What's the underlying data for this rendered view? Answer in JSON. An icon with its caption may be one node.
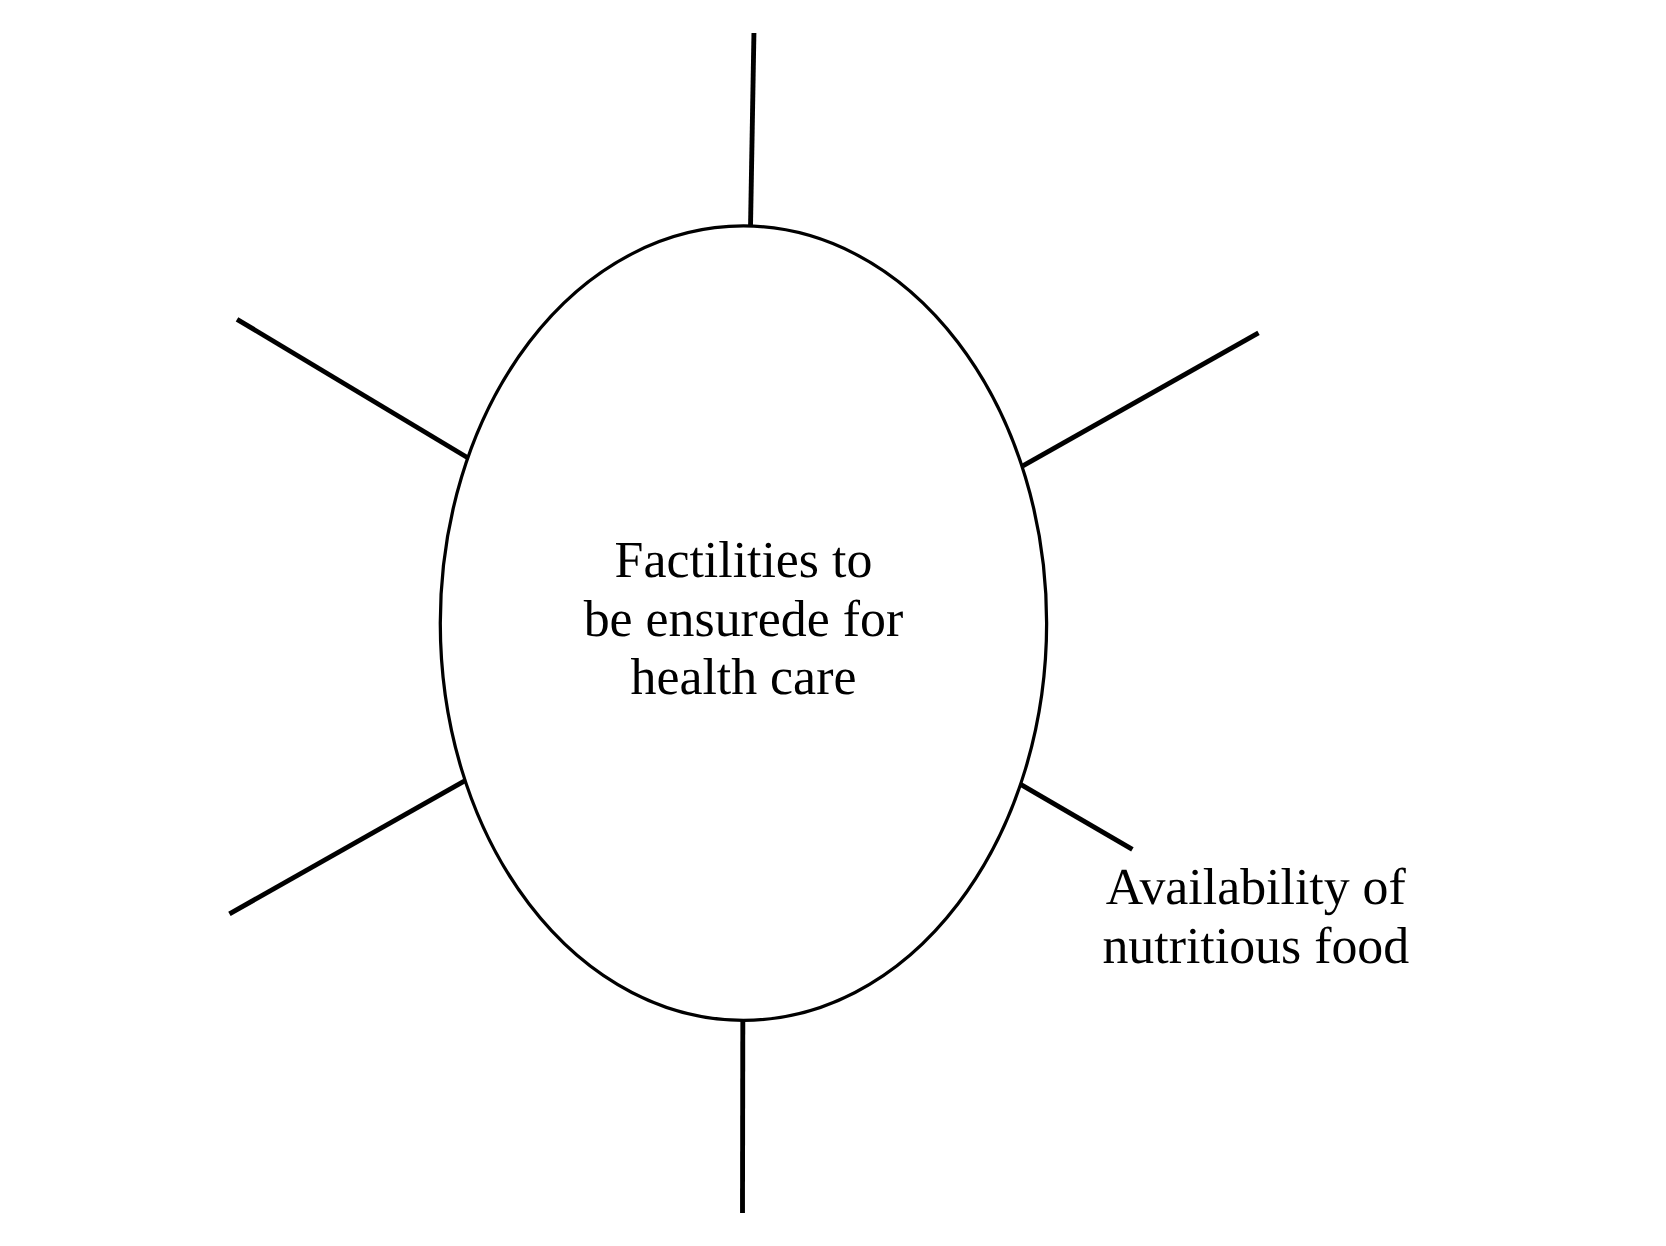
{
  "diagram": {
    "nodes": [
      {
        "text": [
          "Factilities to be ensurede for health care"
        ]
      },
      {
        "text": [
          "Availability of nutritious food"
        ]
      }
    ],
    "edges": [
      {
        "from": 0,
        "to": null,
        "arrow": "none"
      },
      {
        "from": 0,
        "to": null,
        "arrow": "none"
      },
      {
        "from": 0,
        "to": 1,
        "arrow": "none"
      },
      {
        "from": 0,
        "to": null,
        "arrow": "none"
      },
      {
        "from": 0,
        "to": null,
        "arrow": "none"
      },
      {
        "from": 0,
        "to": null,
        "arrow": "none"
      }
    ]
  }
}
